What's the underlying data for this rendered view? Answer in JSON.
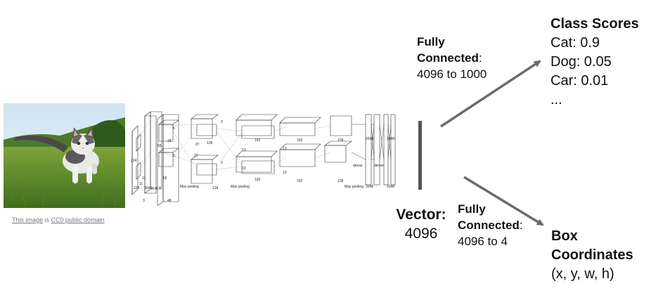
{
  "credit": {
    "link1": "This image",
    "mid": " is ",
    "link2": "CC0 public domain"
  },
  "network": {
    "labels": [
      "224",
      "224",
      "3",
      "Stride of 4",
      "11",
      "11",
      "55",
      "55",
      "48",
      "48",
      "5",
      "5",
      "27",
      "27",
      "128",
      "128",
      "Max pooling",
      "Max pooling",
      "3",
      "3",
      "13",
      "13",
      "192",
      "192",
      "13",
      "13",
      "192",
      "192",
      "128",
      "128",
      "Max pooling",
      "dense",
      "dense",
      "2048",
      "2048",
      "2048",
      "2048"
    ]
  },
  "fc_top": {
    "title": "Fully",
    "title2": "Connected",
    "suffix": ":",
    "range": "4096 to 1000"
  },
  "fc_bottom": {
    "title": "Fully",
    "title2": "Connected",
    "suffix": ":",
    "range": "4096 to 4"
  },
  "vector": {
    "title": "Vector:",
    "value": "4096"
  },
  "class_scores": {
    "title": "Class Scores",
    "items": [
      "Cat: 0.9",
      "Dog: 0.05",
      "Car: 0.01",
      "..."
    ]
  },
  "box": {
    "title1": "Box",
    "title2": "Coordinates",
    "value": "(x, y, w, h)"
  },
  "colors": {
    "arrow": "#6b6b6b",
    "vector_bar": "#555555"
  }
}
